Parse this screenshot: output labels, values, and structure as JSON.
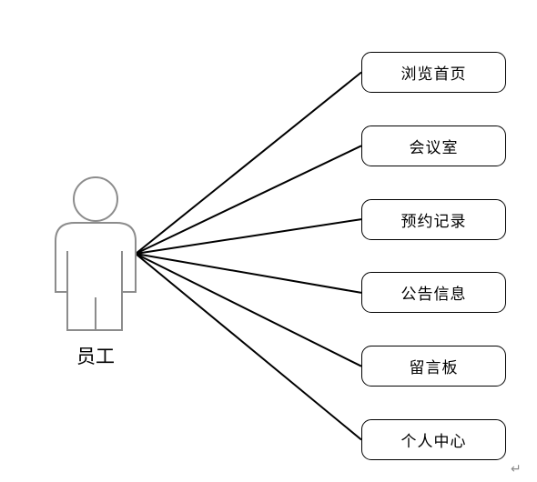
{
  "actor": {
    "name": "员工"
  },
  "use_cases": [
    {
      "label": "浏览首页"
    },
    {
      "label": "会议室"
    },
    {
      "label": "预约记录"
    },
    {
      "label": "公告信息"
    },
    {
      "label": "留言板"
    },
    {
      "label": "个人中心"
    }
  ],
  "paragraph_mark": "↵",
  "colors": {
    "line": "#000000",
    "actor_outline": "#8c8c8c",
    "background": "#ffffff"
  }
}
